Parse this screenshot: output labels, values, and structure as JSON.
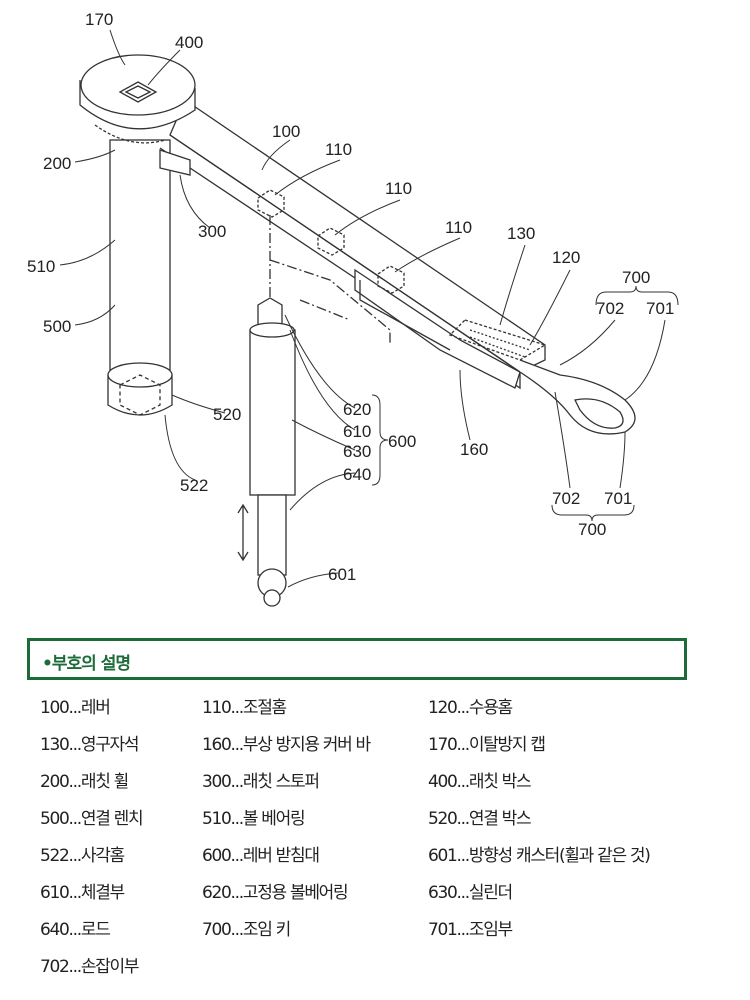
{
  "diagram": {
    "labels": [
      "170",
      "400",
      "100",
      "110",
      "110",
      "110",
      "130",
      "120",
      "700",
      "702",
      "701",
      "200",
      "300",
      "510",
      "500",
      "520",
      "522",
      "620",
      "610",
      "630",
      "640",
      "600",
      "160",
      "702",
      "701",
      "700",
      "601"
    ]
  },
  "legend": {
    "title": "•부호의 설명",
    "items": [
      "100...레버",
      "110...조절홈",
      "120...수용홈",
      "130...영구자석",
      "160...부상 방지용 커버 바",
      "170...이탈방지 캡",
      "200...래칫 휠",
      "300...래칫 스토퍼",
      "400...래칫 박스",
      "500...연결 렌치",
      "510...볼 베어링",
      "520...연결 박스",
      "522...사각홈",
      "600...레버 받침대",
      "601...방향성 캐스터(휠과 같은 것)",
      "610...체결부",
      "620...고정용 볼베어링",
      "630...실린더",
      "640...로드",
      "700...조임 키",
      "701...조임부",
      "702...손잡이부"
    ]
  },
  "colors": {
    "legend_border": "#1e6b3a",
    "line": "#333333"
  }
}
